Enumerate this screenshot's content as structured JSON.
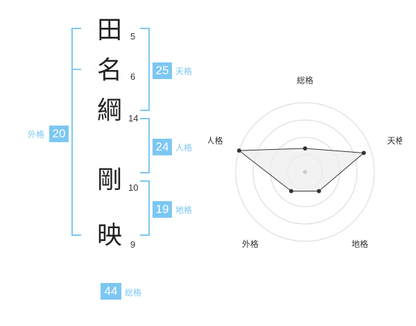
{
  "name_chars": [
    {
      "char": "田",
      "strokes": "5"
    },
    {
      "char": "名",
      "strokes": "6"
    },
    {
      "char": "綱",
      "strokes": "14"
    },
    {
      "char": "剛",
      "strokes": "10"
    },
    {
      "char": "映",
      "strokes": "9"
    }
  ],
  "fortunes": {
    "tenkaku": {
      "value": "25",
      "label": "天格"
    },
    "jinkaku": {
      "value": "24",
      "label": "人格"
    },
    "chikaku": {
      "value": "19",
      "label": "地格"
    },
    "gaikaku": {
      "value": "20",
      "label": "外格"
    },
    "soukaku": {
      "value": "44",
      "label": "総格"
    }
  },
  "accent_color": "#7cc7f2",
  "chart_data": {
    "type": "radar",
    "axes": [
      "総格",
      "天格",
      "地格",
      "外格",
      "人格"
    ],
    "values": [
      0.34,
      0.89,
      0.34,
      0.34,
      1.0
    ],
    "rings": 4
  }
}
